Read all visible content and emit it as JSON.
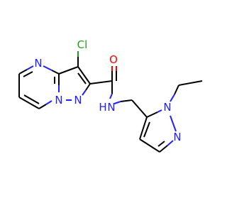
{
  "molecule": {
    "atoms": {
      "cl": "Cl",
      "o": "O",
      "n_ring_top": "N",
      "n_bridge": "N",
      "n_ring_2": "N",
      "nh": "N",
      "h": "H",
      "n_pyrazole_1": "N",
      "n_pyrazole_2": "N"
    },
    "colors": {
      "carbon": "#000000",
      "nitrogen": "#2020ff",
      "oxygen": "#ff0000",
      "chlorine": "#1fa01f"
    }
  }
}
